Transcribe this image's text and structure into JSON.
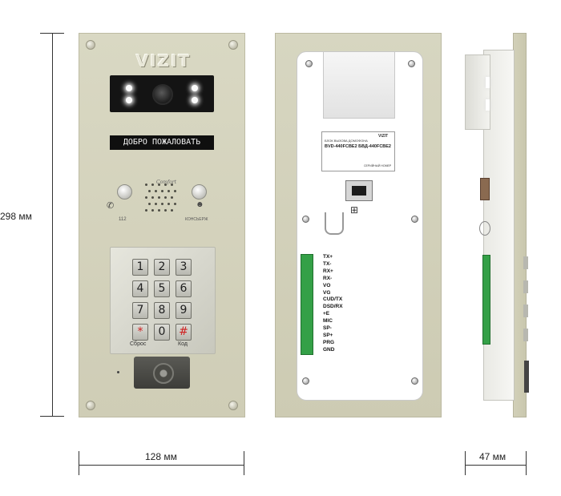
{
  "dimensions": {
    "height_label": "298 мм",
    "width_label": "128 мм",
    "depth_label": "47 мм"
  },
  "front": {
    "brand": "VIZIT",
    "display_text": "ДОБРО ПОЖАЛОВАТЬ",
    "comfort_text": "Comfort",
    "left_button_caption": "112",
    "right_button_caption": "КОНСЬЕРЖ",
    "keys": [
      "1",
      "2",
      "3",
      "4",
      "5",
      "6",
      "7",
      "8",
      "9",
      "*",
      "0",
      "#"
    ],
    "reset_label": "Сброс",
    "code_label": "Код"
  },
  "back": {
    "sticker": {
      "brand": "VIZIT",
      "line1": "БЛОК ВЫЗОВА ДОМОФОНА",
      "model": "BVD-440FCBE2  БВД-440FCBE2",
      "footer": "СЕРИЙНЫЙ НОМЕР"
    },
    "pins": [
      "TX+",
      "TX-",
      "RX+",
      "RX-",
      "VO",
      "VG",
      "CUD/TX",
      "DSD/RX",
      "+E",
      "MIC",
      "SP-",
      "SP+",
      "PRG",
      "GND"
    ]
  },
  "colors": {
    "panel": "#d4d2bb",
    "terminal_green": "#34a047",
    "key_red": "#d02020"
  }
}
